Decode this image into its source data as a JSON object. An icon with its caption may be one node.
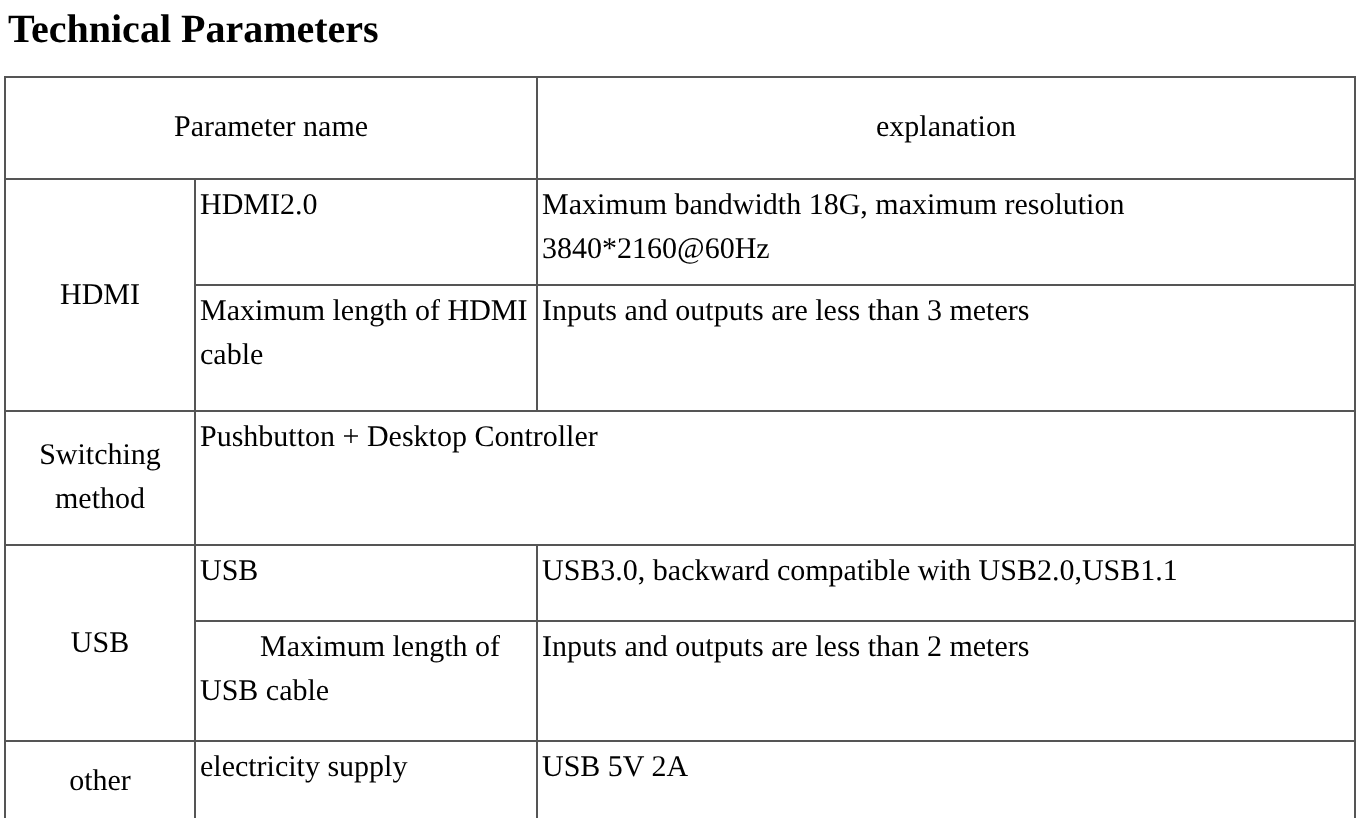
{
  "diagram": {
    "title": "Technical Parameters",
    "labels": [
      "Parameter name",
      "explanation",
      "HDMI",
      "HDMI2.0",
      "Maximum bandwidth 18G, maximum resolution 3840*2160@60Hz",
      "Maximum length of HDMI cable",
      "Inputs and outputs are less than 3 meters",
      "Switching method",
      "Pushbutton + Desktop Controller",
      "USB",
      "USB",
      "USB3.0, backward compatible with USB2.0,USB1.1",
      "Maximum length of USB cable",
      "Inputs and outputs are less than 2 meters",
      "other",
      "electricity supply",
      "USB 5V 2A"
    ]
  }
}
